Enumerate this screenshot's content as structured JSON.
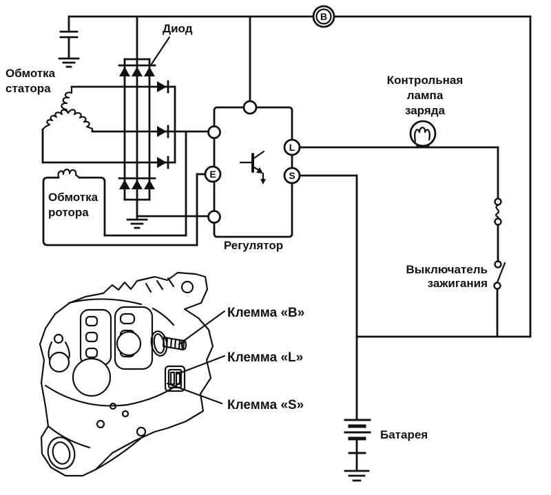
{
  "labels": {
    "diode": "Диод",
    "stator_line1": "Обмотка",
    "stator_line2": "статора",
    "rotor_line1": "Обмотка",
    "rotor_line2": "ротора",
    "regulator": "Регулятор",
    "charge_lamp_line1": "Контрольная",
    "charge_lamp_line2": "лампа",
    "charge_lamp_line3": "заряда",
    "ignition_line1": "Выключатель",
    "ignition_line2": "зажигания",
    "battery": "Батарея",
    "terminal_b_label": "Клемма «B»",
    "terminal_l_label": "Клемма «L»",
    "terminal_s_label": "Клемма «S»"
  },
  "terminals": {
    "b": "B",
    "e": "E",
    "l": "L",
    "s": "S"
  },
  "colors": {
    "ink": "#111111",
    "background": "#ffffff"
  }
}
